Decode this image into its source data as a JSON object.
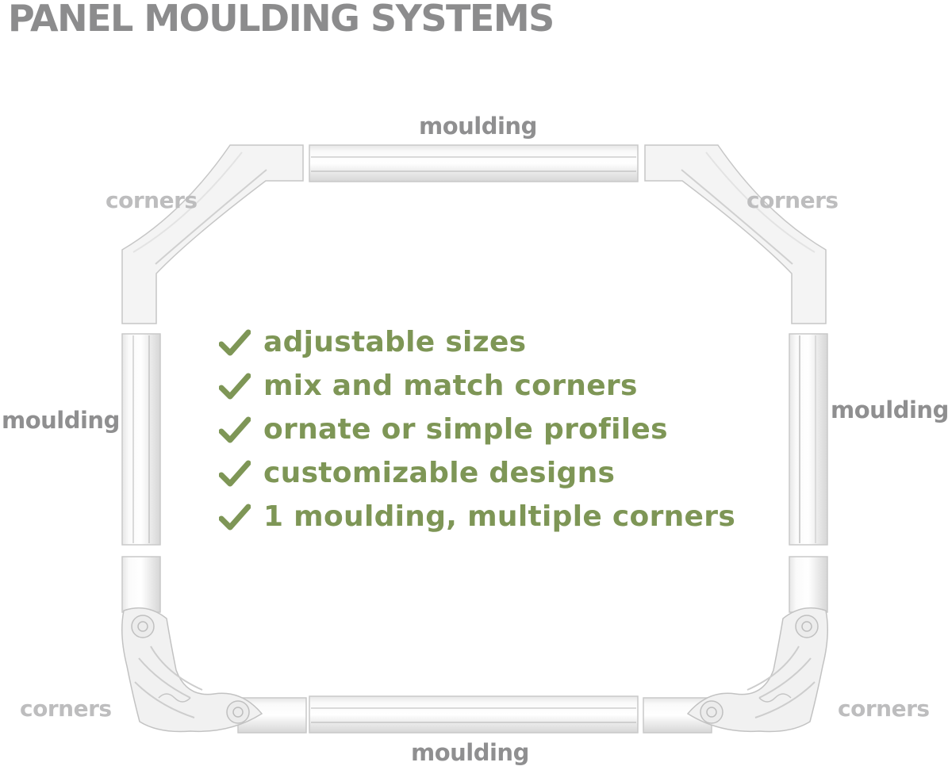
{
  "title": "PANEL MOULDING SYSTEMS",
  "labels": {
    "moulding_top": "moulding",
    "moulding_left": "moulding",
    "moulding_right": "moulding",
    "moulding_bottom": "moulding",
    "corners_top_left": "corners",
    "corners_top_right": "corners",
    "corners_bottom_left": "corners",
    "corners_bottom_right": "corners"
  },
  "features": [
    "adjustable sizes",
    "mix and match corners",
    "ornate or simple profiles",
    "customizable designs",
    "1 moulding, multiple corners"
  ],
  "colors": {
    "title": "#8c8c8d",
    "label_dark": "#8f8f90",
    "label_light": "#bdbdbe",
    "feature_text": "#7e9656",
    "moulding_fill": "#f3f3f3",
    "moulding_edge": "#c9c9c9"
  }
}
